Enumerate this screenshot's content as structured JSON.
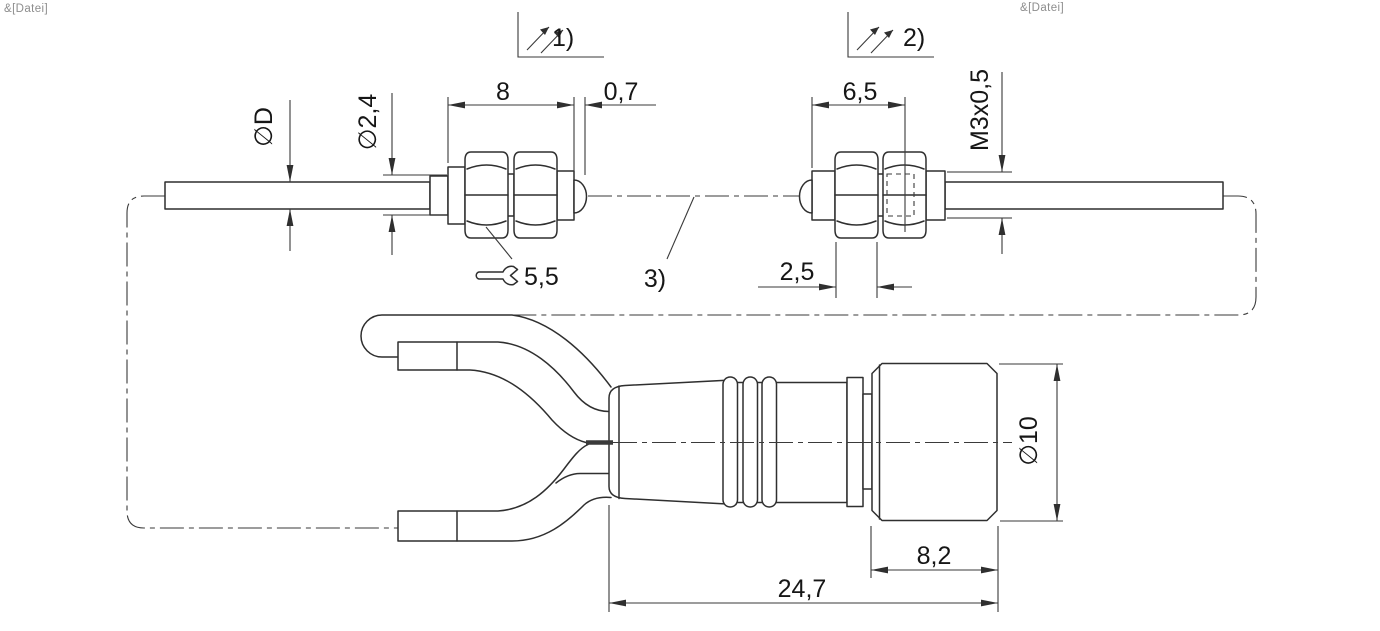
{
  "header": {
    "left": "&[Datei]",
    "right": "&[Datei]"
  },
  "notes": {
    "note1": "1)",
    "note2": "2)",
    "note3": "3)"
  },
  "dimensions": {
    "head_length": "8",
    "tip_protrusion": "0,7",
    "right_head_length": "6,5",
    "thread_spec": "M3x0,5",
    "cable_diameter": "∅D",
    "sleeve_diameter": "∅2,4",
    "wrench_size": "5,5",
    "nut_width": "2,5",
    "barrel_diameter": "∅10",
    "barrel_length": "8,2",
    "total_length": "24,7"
  },
  "colors": {
    "outline": "#2f2f2f",
    "dimension": "#3a3a3a",
    "text": "#161616",
    "header_text": "#8d8d8d",
    "background": "#ffffff"
  }
}
